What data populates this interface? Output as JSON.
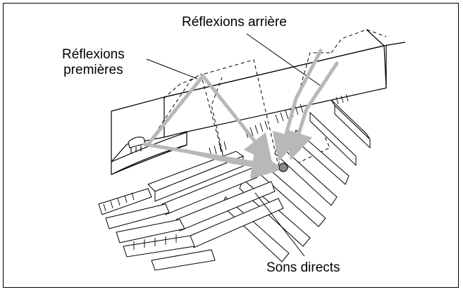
{
  "labels": {
    "back_reflections": "Réflexions arrière",
    "early_reflections_line1": "Réflexions",
    "early_reflections_line2": "premières",
    "direct_sounds": "Sons directs"
  },
  "colors": {
    "arrow": "#b8b8b8",
    "line": "#000000",
    "listener": "#888888",
    "background": "#ffffff"
  }
}
